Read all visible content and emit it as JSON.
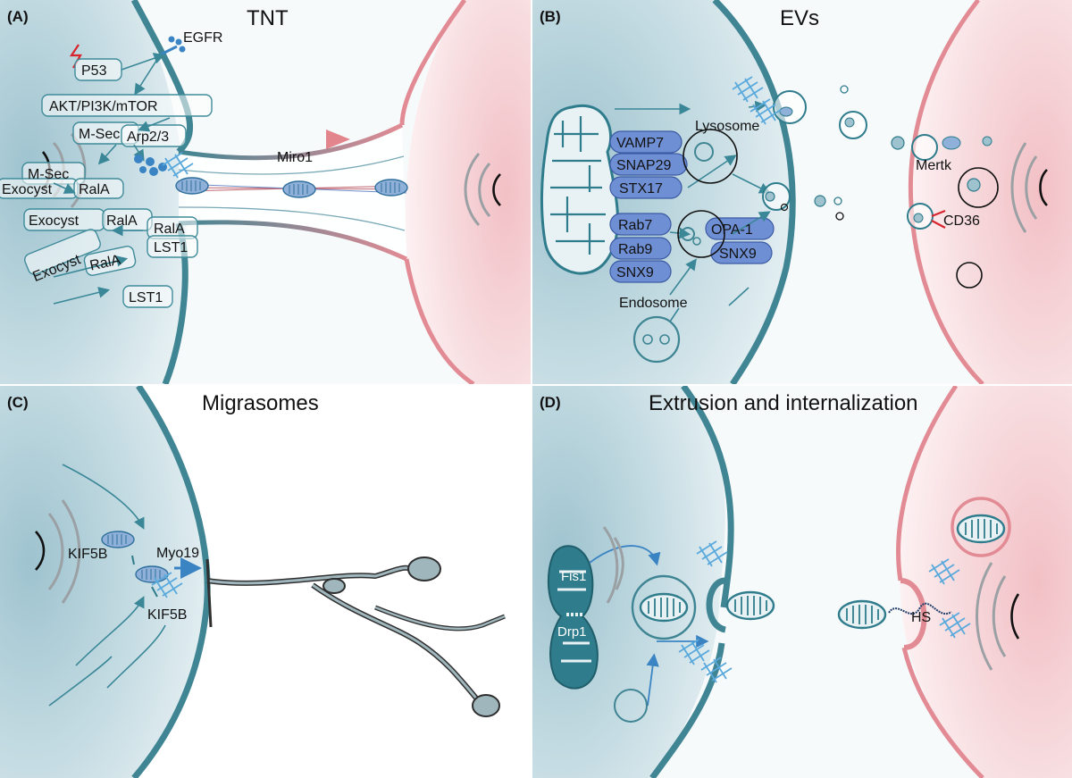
{
  "panels": {
    "a": {
      "letter": "(A)",
      "title": "TNT",
      "labels": {
        "egfr": "EGFR",
        "p53": "P53",
        "akt": "AKT/PI3K/mTOR",
        "msec1": "M-Sec",
        "arp": "Arp2/3",
        "msec2": "M-Sec",
        "exocyst1": "Exocyst",
        "rala1": "RalA",
        "exocyst2": "Exocyst",
        "rala2": "RalA",
        "rala3": "RalA",
        "lst1a": "LST1",
        "exocyst3": "Exocyst",
        "rala4": "RalA",
        "lst1b": "LST1",
        "miro": "Miro1"
      }
    },
    "b": {
      "letter": "(B)",
      "title": "EVs",
      "labels": {
        "vamp7": "VAMP7",
        "snap29": "SNAP29",
        "stx17": "STX17",
        "lysosome": "Lysosome",
        "rab7": "Rab7",
        "rab9": "Rab9",
        "snx9a": "SNX9",
        "opa1": "OPA-1",
        "snx9b": "SNX9",
        "endosome": "Endosome",
        "mertk": "Mertk",
        "cd36": "CD36"
      }
    },
    "c": {
      "letter": "(C)",
      "title": "Migrasomes",
      "labels": {
        "kif5b1": "KIF5B",
        "myo19": "Myo19",
        "kif5b2": "KIF5B"
      }
    },
    "d": {
      "letter": "(D)",
      "title": "Extrusion and internalization",
      "labels": {
        "fis1": "Fis1",
        "drp1": "Drp1",
        "hs": "HS"
      }
    }
  },
  "colors": {
    "cell_teal": "#3f8593",
    "cell_pink": "#e28b94",
    "actin_blue": "#5aa9dc",
    "protein_pill": "#6f8fd4",
    "stress_red": "#d8242c"
  }
}
